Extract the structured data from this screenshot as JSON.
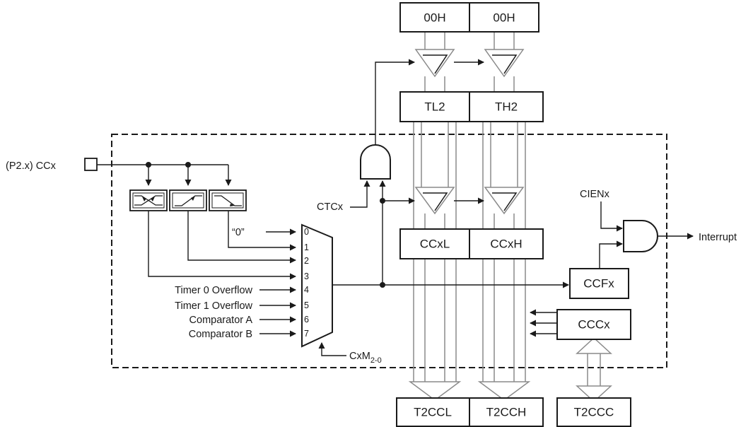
{
  "registers": {
    "reload_low": "00H",
    "reload_high": "00H",
    "timer_low": "TL2",
    "timer_high": "TH2",
    "capture_low": "CCxL",
    "capture_high": "CCxH",
    "flag": "CCFx",
    "control": "CCCx",
    "sfr_low": "T2CCL",
    "sfr_high": "T2CCH",
    "sfr_control": "T2CCC"
  },
  "signals": {
    "pin": "(P2.x) CCx",
    "ctc": "CTCx",
    "cien": "CIENx",
    "interrupt": "Interrupt",
    "mode_base": "CxM",
    "mode_sub": "2-0"
  },
  "mux": {
    "input_labels": [
      "“0”",
      "Timer 0 Overflow",
      "Timer 1 Overflow",
      "Comparator A",
      "Comparator B"
    ],
    "input_numbers": [
      "0",
      "1",
      "2",
      "3",
      "4",
      "5",
      "6",
      "7"
    ]
  },
  "icons": [
    "both-edge-icon",
    "rising-edge-icon",
    "falling-edge-icon",
    "and-gate-icon",
    "multiplexer-icon",
    "pin-icon"
  ]
}
